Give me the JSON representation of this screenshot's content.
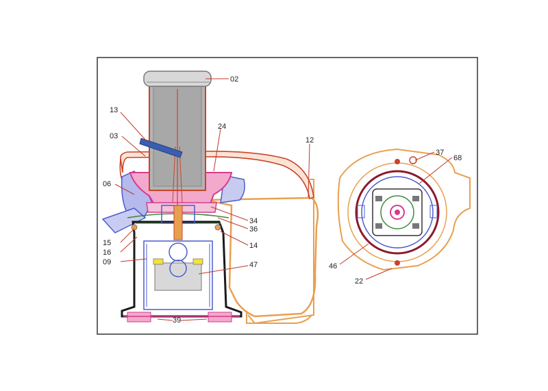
{
  "diagram": {
    "colors": {
      "frame": "#333333",
      "leader": "#c0392b",
      "housing": "#e8a050",
      "body": "#1a1a1a",
      "bowl": "#d63c8c",
      "bowl_fill": "#f2a9cc",
      "lid": "#c8442a",
      "motor": "#4a5ccc",
      "basket_tube": "#a8a8a8",
      "lever": "#3a5fb0",
      "ring": "#8b1a2b",
      "green_line": "#3c8a3c"
    },
    "labels": {
      "l02": "02",
      "l13": "13",
      "l03": "03",
      "l24": "24",
      "l12": "12",
      "l06": "06",
      "l34": "34",
      "l36": "36",
      "l15": "15",
      "l16": "16",
      "l14": "14",
      "l09": "09",
      "l47": "47",
      "l39": "39",
      "l37": "37",
      "l68": "68",
      "l46": "46",
      "l22": "22"
    }
  }
}
